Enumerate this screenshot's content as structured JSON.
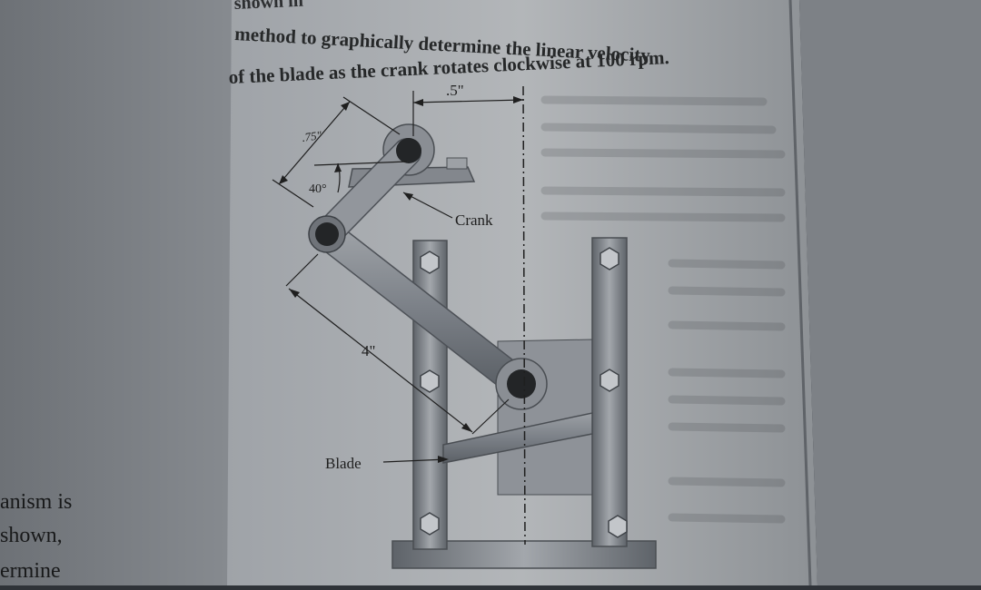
{
  "text_lines": [
    "shown in",
    "method to graphically determine the linear velocity",
    "of the blade as the crank rotates clockwise at 100 rpm."
  ],
  "left_margin_fragments": [
    "anism is",
    "shown,",
    "ermine"
  ],
  "figure": {
    "dim_horizontal": ".5\"",
    "dim_crank": ".75\"",
    "dim_angle": "40°",
    "dim_link": "4\"",
    "label_crank": "Crank",
    "label_blade": "Blade"
  },
  "colors": {
    "paper": "#a9adb1",
    "ink": "#1f1f1f",
    "metal": "#7c8188"
  }
}
